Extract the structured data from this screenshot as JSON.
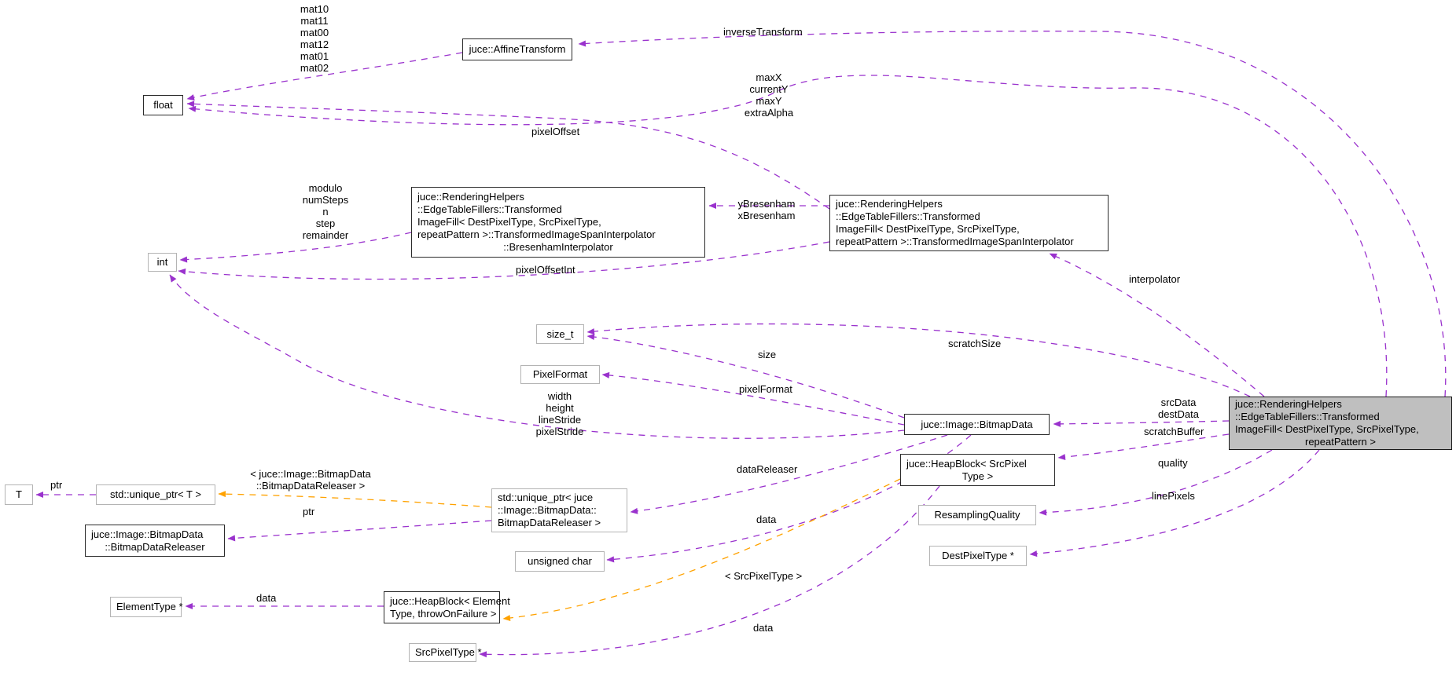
{
  "colors": {
    "edge": "#9a32cd",
    "template_edge": "#ffa200",
    "main_node_fill": "#bfbfbf",
    "node_border": "#2b2b2b",
    "gray_node_border": "#b4b4b4"
  },
  "nodes": {
    "affine": {
      "label": "juce::AffineTransform"
    },
    "float": {
      "label": "float"
    },
    "bresenham": {
      "lines": [
        "juce::RenderingHelpers",
        "::EdgeTableFillers::Transformed",
        "ImageFill< DestPixelType, SrcPixelType,",
        "repeatPattern >::TransformedImageSpanInterpolator",
        "::BresenhamInterpolator"
      ]
    },
    "int": {
      "label": "int"
    },
    "span_interpolator": {
      "lines": [
        "juce::RenderingHelpers",
        "::EdgeTableFillers::Transformed",
        "ImageFill< DestPixelType, SrcPixelType,",
        "repeatPattern >::TransformedImageSpanInterpolator"
      ]
    },
    "size_t": {
      "label": "size_t"
    },
    "pixel_format": {
      "label": "PixelFormat"
    },
    "bitmap_data": {
      "label": "juce::Image::BitmapData"
    },
    "main": {
      "lines": [
        "juce::RenderingHelpers",
        "::EdgeTableFillers::Transformed",
        "ImageFill< DestPixelType, SrcPixelType,",
        "repeatPattern >"
      ]
    },
    "heap_block_src": {
      "lines": [
        "juce::HeapBlock< SrcPixel",
        "Type >"
      ]
    },
    "resampling_quality": {
      "label": "ResamplingQuality"
    },
    "dest_pixel_type": {
      "label": "DestPixelType *"
    },
    "t": {
      "label": "T"
    },
    "unique_ptr_t": {
      "label": "std::unique_ptr< T >"
    },
    "unique_ptr_releaser": {
      "lines": [
        "std::unique_ptr< juce",
        "::Image::BitmapData::",
        "BitmapDataReleaser >"
      ]
    },
    "bitmap_data_releaser": {
      "lines": [
        "juce::Image::BitmapData",
        "::BitmapDataReleaser"
      ]
    },
    "unsigned_char": {
      "label": "unsigned char"
    },
    "heap_block_element": {
      "lines": [
        "juce::HeapBlock< Element",
        "Type, throwOnFailure >"
      ]
    },
    "element_type": {
      "label": "ElementType *"
    },
    "src_pixel_type": {
      "label": "SrcPixelType *"
    }
  },
  "edge_labels": {
    "mats": "mat10\nmat11\nmat00\nmat12\nmat01\nmat02",
    "inverse_transform": "inverseTransform",
    "max_vals": "maxX\ncurrentY\nmaxY\nextraAlpha",
    "pixel_offset": "pixelOffset",
    "bresenham_members": "modulo\nnumSteps\nn\nstep\nremainder",
    "y_x_bresenham": "yBresenham\nxBresenham",
    "pixel_offset_int": "pixelOffsetInt",
    "scratch_size": "scratchSize",
    "size": "size",
    "pixel_format": "pixelFormat",
    "bitmap_members": "width\nheight\nlineStride\npixelStride",
    "src_dest_data": "srcData\ndestData",
    "scratch_buffer": "scratchBuffer",
    "interpolator": "interpolator",
    "quality": "quality",
    "line_pixels": "linePixels",
    "data_releaser": "dataReleaser",
    "ptr_unique_t": "ptr",
    "template_bitmap_releaser": "< juce::Image::BitmapData\n::BitmapDataReleaser >",
    "ptr_releaser": "ptr",
    "data_bitmap": "data",
    "template_src_pixel": "< SrcPixelType >",
    "data_element": "data",
    "data_src_pixel": "data"
  }
}
